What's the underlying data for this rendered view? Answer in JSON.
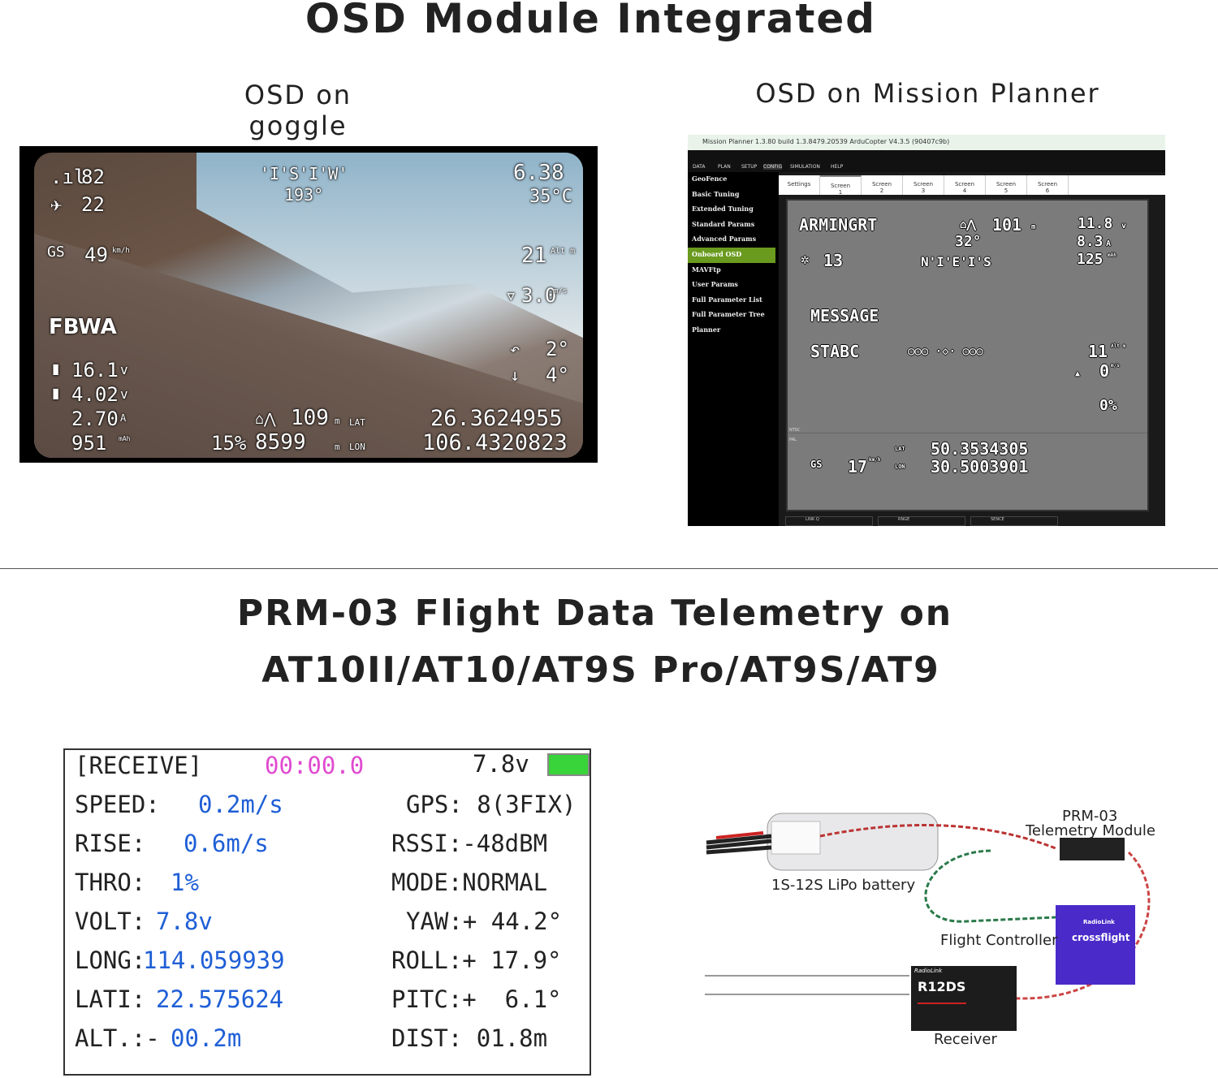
{
  "title": "OSD Module Integrated",
  "goggle": {
    "heading": "OSD on goggle",
    "signal": "82",
    "sats": "22",
    "compass": "'I'S'I'W'",
    "heading_deg": "193°",
    "top_right_1": "6.38",
    "temp": "35°C",
    "gs_label": "GS",
    "speed": "49",
    "speed_unit": "km/h",
    "alt": "21",
    "alt_unit": "Alt m",
    "vspeed": "3.0",
    "vspeed_unit": "m/s",
    "mode": "FBWA",
    "roll": "2°",
    "pitch": "4°",
    "batt_v": "16.1",
    "batt_v_unit": "v",
    "cell_v": "4.02",
    "cell_v_unit": "v",
    "current": "2.70",
    "current_unit": "A",
    "mah": "951",
    "mah_unit": "mAh",
    "home_dist": "109",
    "home_unit": "m",
    "throttle": "15%",
    "trip": "8599",
    "trip_unit": "m",
    "lat_label": "LAT",
    "lon_label": "LON",
    "lat": "26.3624955",
    "lon": "106.4320823"
  },
  "mission_planner": {
    "heading": "OSD on Mission Planner",
    "window_title": "Mission Planner 1.3.80 build 1.3.8479.20539 ArduCopter V4.3.5 (90407c9b)",
    "toolbar": [
      "DATA",
      "PLAN",
      "SETUP",
      "CONFIG",
      "SIMULATION",
      "HELP"
    ],
    "sidebar": [
      "GeoFence",
      "Basic Tuning",
      "Extended Tuning",
      "Standard Params",
      "Advanced Params",
      "Onboard OSD",
      "MAVFtp",
      "User Params",
      "Full Parameter List",
      "Full Parameter Tree",
      "Planner"
    ],
    "active_sidebar": "Onboard OSD",
    "tabs": [
      "Settings",
      "Screen 1",
      "Screen 2",
      "Screen 3",
      "Screen 4",
      "Screen 5",
      "Screen 6"
    ],
    "active_tab": "Screen 1",
    "osd": {
      "arming": "ARMINGRT",
      "home": "101",
      "home_unit": "m",
      "batt": "11.8",
      "batt_unit": "v",
      "heading": "32°",
      "current": "8.3",
      "current_unit": "A",
      "sats": "13",
      "compass": "N'I'E'I'S",
      "mah": "125",
      "mah_unit": "mAh",
      "message": "MESSAGE",
      "mode": "STABC",
      "horizon": "○○○ ·◇· ○○○",
      "alt": "11",
      "alt_unit": "Alt m",
      "vspeed": "0",
      "vspeed_unit": "m/s",
      "throttle": "0%",
      "ntsc": "NTSC",
      "pal": "PAL",
      "gs": "GS",
      "speed": "17",
      "speed_unit": "km/h",
      "lat_label": "LAT",
      "lon_label": "LON",
      "lat": "50.3534305",
      "lon": "30.5003901"
    },
    "bottom": [
      "LINK Q",
      "RNGE",
      "SENCE"
    ]
  },
  "section2_title_line1": "PRM-03 Flight Data Telemetry on",
  "section2_title_line2": "AT10II/AT10/AT9S Pro/AT9S/AT9",
  "telemetry": {
    "status": "[RECEIVE]",
    "timer": "00:00.0",
    "voltage": "7.8v",
    "battery_color": "#39d43a",
    "left": [
      {
        "label": "SPEED:",
        "value": "0.2m/s"
      },
      {
        "label": "RISE:",
        "value": "0.6m/s"
      },
      {
        "label": "THRO:",
        "value": "1%"
      },
      {
        "label": "VOLT:",
        "value": "7.8v"
      },
      {
        "label": "LONG:",
        "value": "114.059939"
      },
      {
        "label": "LATI:",
        "value": "22.575624"
      },
      {
        "label": "ALT.:-",
        "value": "00.2m"
      }
    ],
    "right": [
      "GPS: 8(3FIX)",
      "RSSI:-48dBM",
      "MODE:NORMAL",
      "YAW:+ 44.2°",
      "ROLL:+ 17.9°",
      "PITC:+  6.1°",
      "DIST: 01.8m"
    ]
  },
  "diagram": {
    "battery": "1S-12S LiPo battery",
    "module_line1": "PRM-03",
    "module_line2": "Telemetry Module",
    "fc": "Flight Controller",
    "fc_brand": "RadioLink",
    "fc_name": "crossflight",
    "receiver": "Receiver",
    "rx_brand": "RadioLink",
    "rx_name": "R12DS"
  }
}
